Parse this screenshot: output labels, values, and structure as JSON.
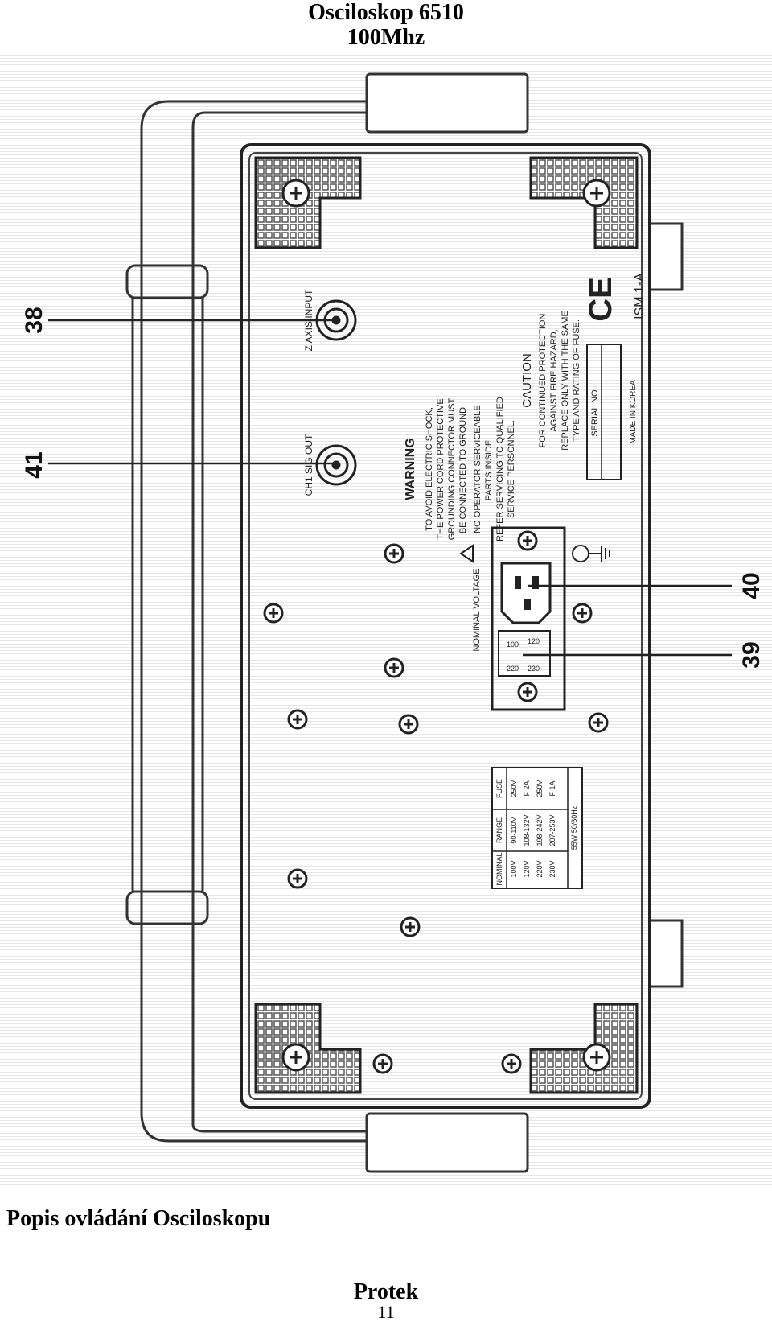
{
  "header": {
    "title_line1": "Osciloskop 6510",
    "title_line2": "100Mhz"
  },
  "figure": {
    "callouts": [
      "38",
      "41",
      "40",
      "39"
    ],
    "panel": {
      "z_axis_label": "Z AXIS INPUT",
      "ch1_label": "CH1 SIG OUT",
      "warning_title": "WARNING",
      "warning_lines": [
        "TO AVOID ELECTRIC SHOCK,",
        "THE POWER CORD PROTECTIVE",
        "GROUNDING CONNECTOR MUST",
        "BE CONNECTED TO GROUND.",
        "NO OPERATOR SERVICEABLE",
        "PARTS INSIDE.",
        "REFER SERVICING TO QUALIFIED",
        "SERVICE PERSONNEL."
      ],
      "caution_title": "CAUTION",
      "caution_lines": [
        "FOR CONTINUED PROTECTION",
        "AGAINST FIRE HAZARD,",
        "REPLACE ONLY WITH THE SAME",
        "TYPE AND RATING OF FUSE."
      ],
      "serial_label": "SERIAL NO.",
      "made_in": "MADE IN KOREA",
      "ce_mark": "CE",
      "model": "ISM 1-A",
      "nominal_voltage": "NOMINAL VOLTAGE",
      "selector": [
        "100",
        "120",
        "220",
        "230"
      ],
      "table_headers": [
        "NOMINAL",
        "RANGE",
        "FUSE"
      ],
      "table_rows": [
        [
          "100V",
          "90-110V",
          "250V"
        ],
        [
          "120V",
          "108-132V",
          "F 2A"
        ],
        [
          "220V",
          "198-242V",
          "250V"
        ],
        [
          "230V",
          "207-253V",
          "F 1A"
        ]
      ],
      "power_note": "55W 50/60Hz"
    }
  },
  "caption": "Popis ovládání Osciloskopu",
  "footer": {
    "brand": "Protek",
    "page_number": "11"
  }
}
